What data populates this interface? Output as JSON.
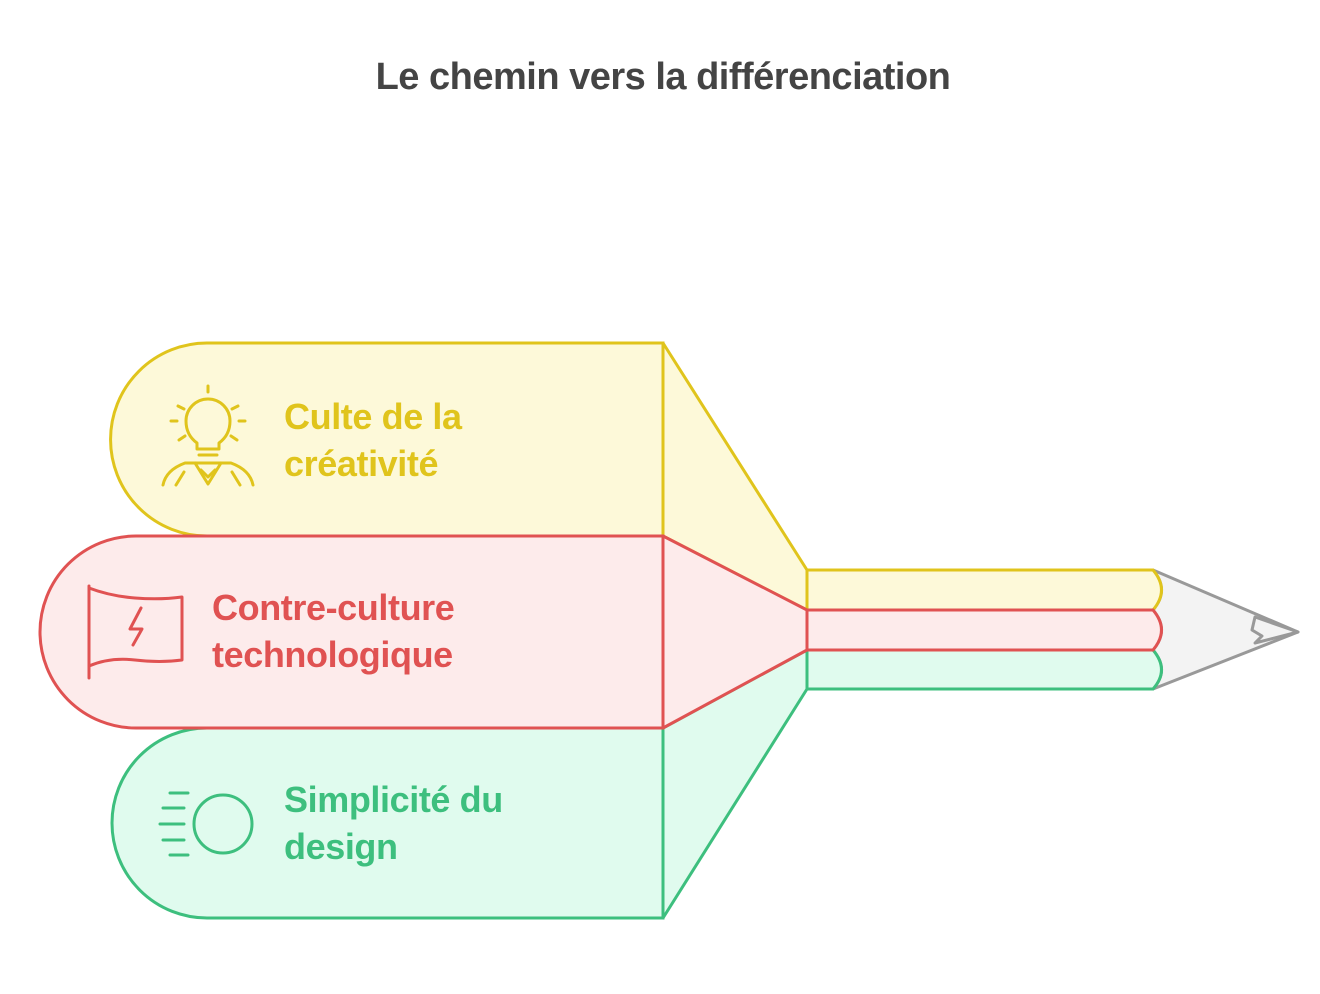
{
  "title": "Le chemin vers la différenciation",
  "steps": [
    {
      "line1": "Culte de la",
      "line2": "créativité",
      "icon": "lightbulb-person-icon",
      "stroke": "#E0C41C",
      "fill": "#FDF9D9"
    },
    {
      "line1": "Contre-culture",
      "line2": "technologique",
      "icon": "flag-lightning-icon",
      "stroke": "#E05252",
      "fill": "#FDEBEB"
    },
    {
      "line1": "Simplicité du",
      "line2": "design",
      "icon": "fast-circle-icon",
      "stroke": "#3DBF7E",
      "fill": "#E0FBEE"
    }
  ],
  "pencil_tip": {
    "stroke": "#999999",
    "fill": "#F3F3F3"
  },
  "title_color": "#444444"
}
